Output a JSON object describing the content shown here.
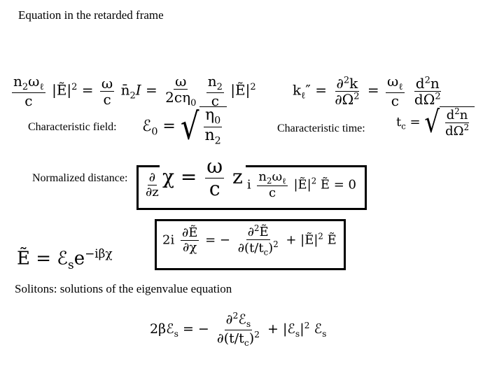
{
  "title": "Equation in the retarded frame",
  "labels": {
    "char_field": "Characteristic field:",
    "char_time": "Characteristic time:",
    "norm_distance": "Normalized distance:",
    "solitons": "Solitons: solutions of the eigenvalue equation"
  }
}
